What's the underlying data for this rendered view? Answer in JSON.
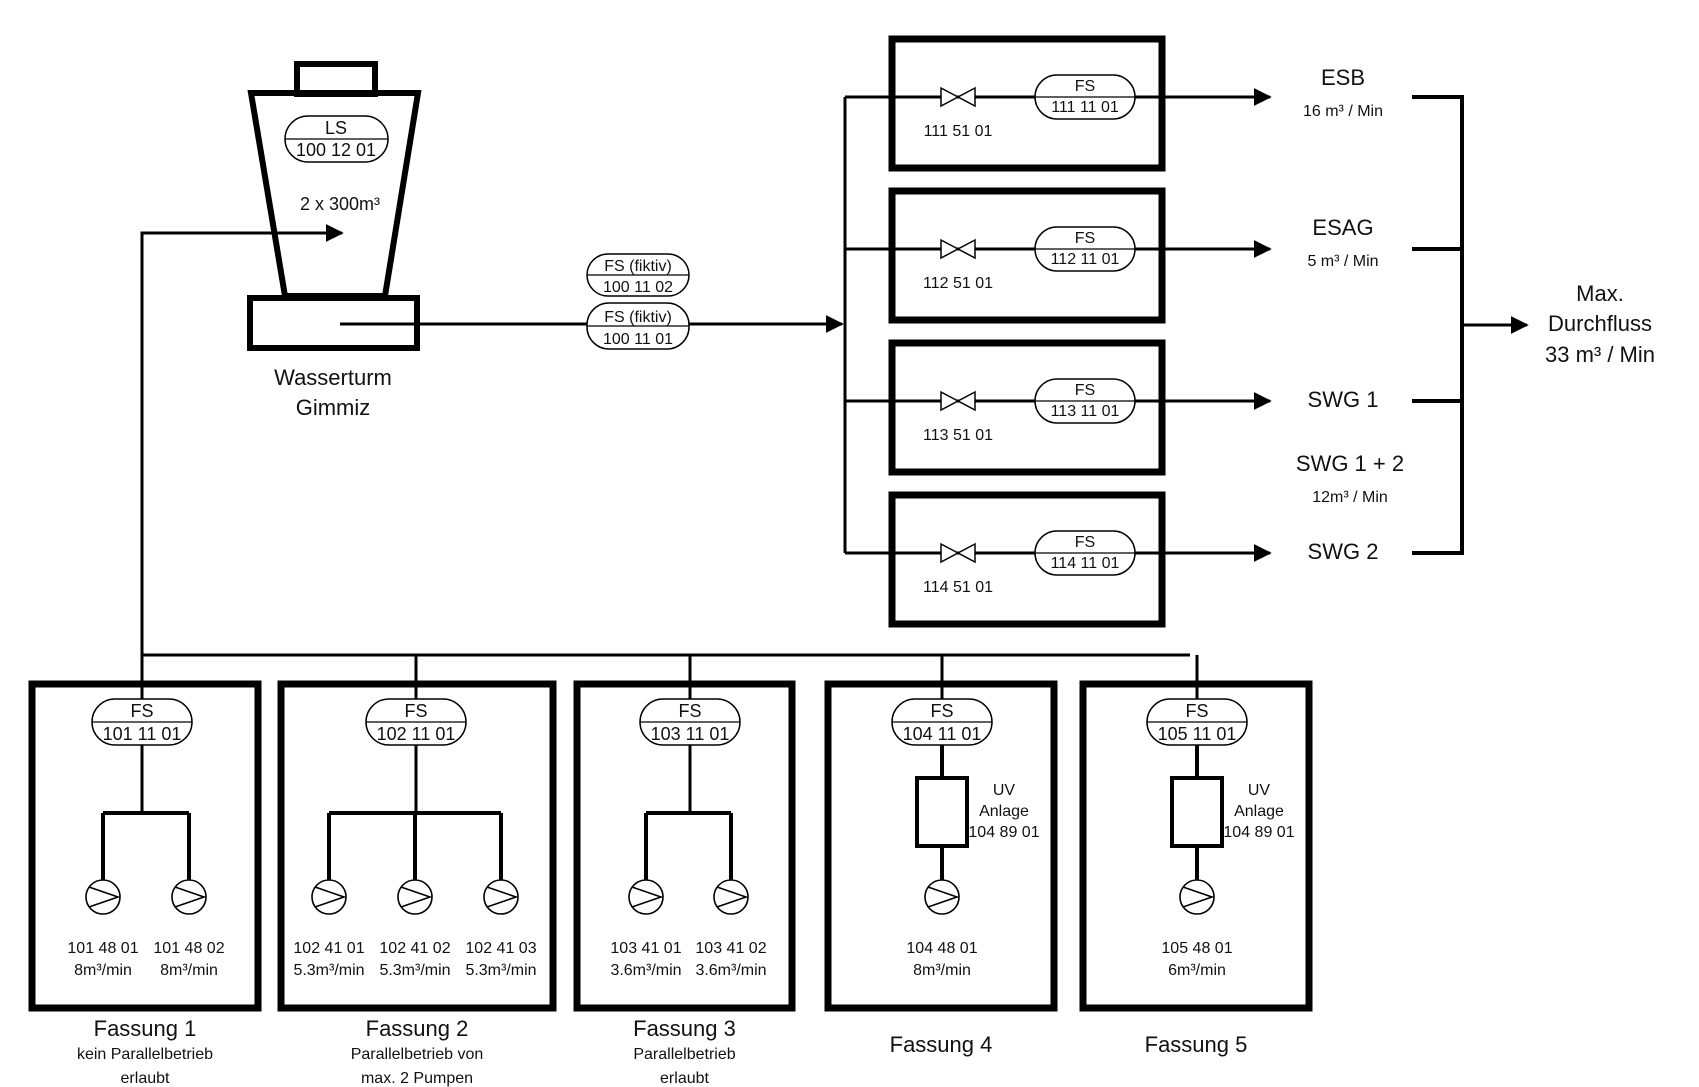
{
  "tower": {
    "ls_top": "LS",
    "ls_bottom": "100 12 01",
    "capacity": "2 x 300m³",
    "name_line1": "Wasserturm",
    "name_line2": "Gimmiz"
  },
  "fictive_sensors": [
    {
      "top": "FS (fiktiv)",
      "bottom": "100 11 02"
    },
    {
      "top": "FS (fiktiv)",
      "bottom": "100 11 01"
    }
  ],
  "outlets": [
    {
      "valve_id": "111 51 01",
      "fs_top": "FS",
      "fs_bottom": "111 11 01",
      "dest": "ESB",
      "flow": "16 m³ / Min"
    },
    {
      "valve_id": "112 51 01",
      "fs_top": "FS",
      "fs_bottom": "112 11 01",
      "dest": "ESAG",
      "flow": "5 m³ / Min"
    },
    {
      "valve_id": "113 51 01",
      "fs_top": "FS",
      "fs_bottom": "113 11 01",
      "dest": "SWG 1",
      "flow": ""
    },
    {
      "valve_id": "114 51 01",
      "fs_top": "FS",
      "fs_bottom": "114 11 01",
      "dest": "SWG 2",
      "flow": ""
    }
  ],
  "swg_combined": {
    "label": "SWG 1 + 2",
    "flow": "12m³ / Min"
  },
  "max_flow": {
    "line1": "Max.",
    "line2": "Durchfluss",
    "line3": "33 m³ / Min"
  },
  "fassungen": [
    {
      "fs_top": "FS",
      "fs_bottom": "101 11 01",
      "pumps": [
        {
          "id": "101 48 01",
          "flow": "8m³/min"
        },
        {
          "id": "101 48 02",
          "flow": "8m³/min"
        }
      ],
      "name": "Fassung 1",
      "note1": "kein Parallelbetrieb",
      "note2": "erlaubt"
    },
    {
      "fs_top": "FS",
      "fs_bottom": "102 11 01",
      "pumps": [
        {
          "id": "102 41 01",
          "flow": "5.3m³/min"
        },
        {
          "id": "102 41 02",
          "flow": "5.3m³/min"
        },
        {
          "id": "102 41 03",
          "flow": "5.3m³/min"
        }
      ],
      "name": "Fassung 2",
      "note1": "Parallelbetrieb von",
      "note2": "max. 2 Pumpen"
    },
    {
      "fs_top": "FS",
      "fs_bottom": "103 11 01",
      "pumps": [
        {
          "id": "103 41 01",
          "flow": "3.6m³/min"
        },
        {
          "id": "103 41 02",
          "flow": "3.6m³/min"
        }
      ],
      "name": "Fassung 3",
      "note1": "Parallelbetrieb",
      "note2": "erlaubt"
    },
    {
      "fs_top": "FS",
      "fs_bottom": "104 11 01",
      "uv": {
        "l1": "UV",
        "l2": "Anlage",
        "l3": "104 89 01"
      },
      "pumps": [
        {
          "id": "104 48 01",
          "flow": "8m³/min"
        }
      ],
      "name": "Fassung 4"
    },
    {
      "fs_top": "FS",
      "fs_bottom": "105 11 01",
      "uv": {
        "l1": "UV",
        "l2": "Anlage",
        "l3": "104 89 01"
      },
      "pumps": [
        {
          "id": "105 48 01",
          "flow": "6m³/min"
        }
      ],
      "name": "Fassung 5"
    }
  ]
}
